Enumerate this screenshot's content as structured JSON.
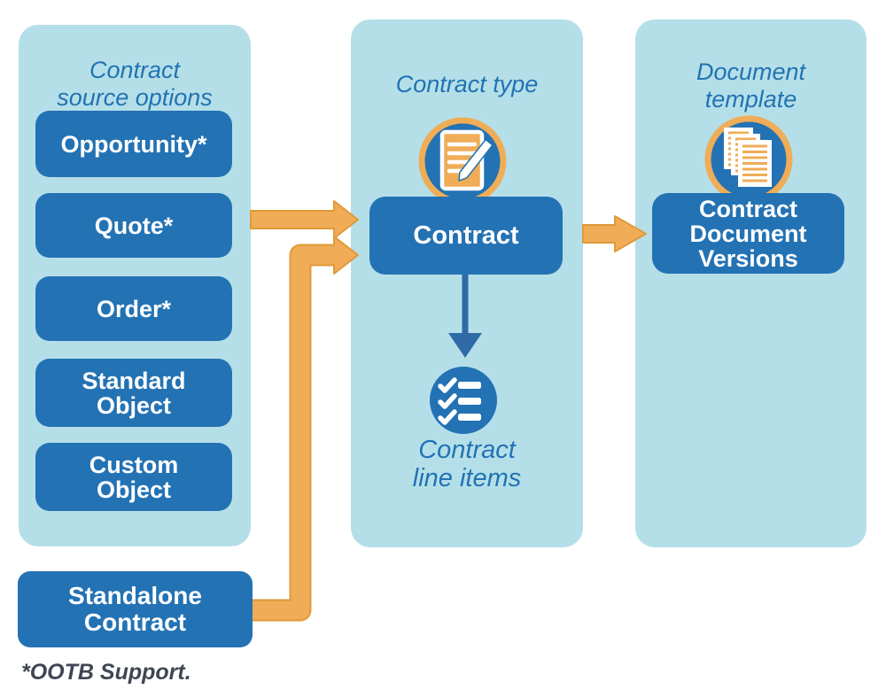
{
  "diagram": {
    "source_panel": {
      "title": "Contract\nsource options",
      "buttons": [
        "Opportunity*",
        "Quote*",
        "Order*",
        "Standard\nObject",
        "Custom\nObject"
      ]
    },
    "standalone_button": "Standalone\nContract",
    "contract_panel": {
      "title": "Contract type",
      "node": "Contract",
      "line_items_caption": "Contract\nline items"
    },
    "template_panel": {
      "title": "Document\ntemplate",
      "node": "Contract\nDocument\nVersions"
    },
    "footnote": "*OOTB Support.",
    "icons": {
      "contract_type": "contract-edit-icon",
      "document_template": "document-stack-icon",
      "line_items": "checklist-icon"
    },
    "colors": {
      "panel_bg": "#B5DFE8",
      "node_bg": "#2372B4",
      "title_text": "#2173B4",
      "node_text": "#FFFFFF",
      "arrow_orange": "#F0AC57",
      "arrow_orange_edge": "#E09A38",
      "arrow_blue": "#2E6BA6",
      "icon_ring": "#EFAD57",
      "footnote_text": "#3F4653"
    }
  }
}
